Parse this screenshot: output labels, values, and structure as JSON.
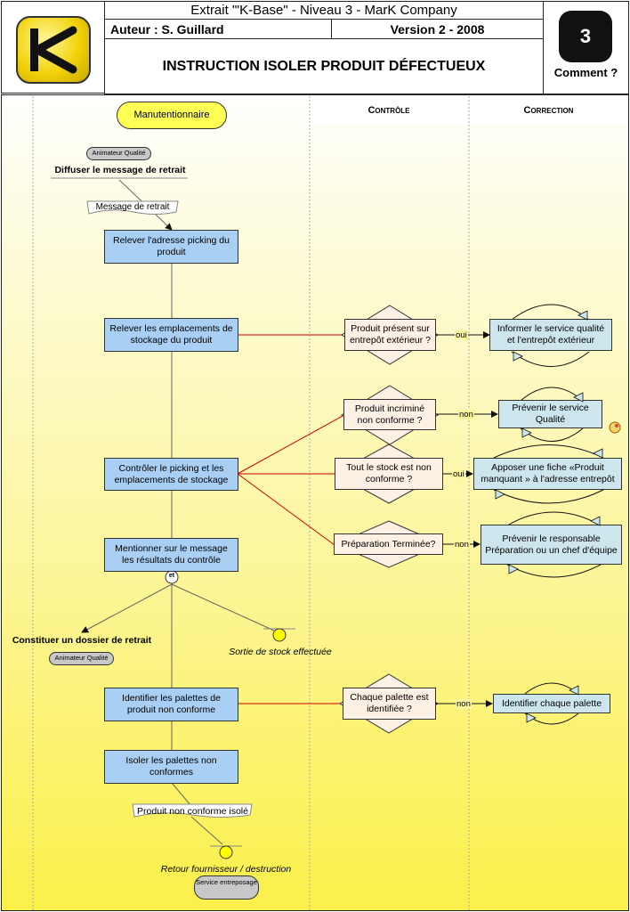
{
  "header": {
    "extract": "Extrait \"'K-Base\" - Niveau 3 - MarK Company",
    "author": "Auteur :  S. Guillard",
    "version": "Version 2 - 2008",
    "title": "INSTRUCTION ISOLER PRODUIT DÉFECTUEUX",
    "level": "3",
    "level_label": "Comment ?"
  },
  "lanes": {
    "actor": "Manutentionnaire",
    "control": "Contrôle",
    "correction": "Correction"
  },
  "flow": {
    "actor_start": "Animateur Qualité",
    "start_event": "Diffuser le message de retrait",
    "message": "Message  de retrait",
    "step1": "Relever l'adresse picking du produit",
    "step2": "Relever les emplacements de stockage du produit",
    "step3": "Contrôler le picking et les emplacements de stockage",
    "step4": "Mentionner sur le message les résultats du contrôle",
    "and_gate": "et",
    "branch_end": "Constituer un dossier de retrait",
    "branch_actor": "Animateur Qualité",
    "exit_event": "Sortie de stock effectuée",
    "step5": "Identifier les palettes de produit non conforme",
    "step6": "Isoler les palettes non conformes",
    "doc_end": "Produit non conforme isolé",
    "final_event": "Retour fournisseur / destruction",
    "final_actor": "Service entreposage"
  },
  "controls": {
    "c1": "Produit présent sur entrepôt extérieur ?",
    "c2": "Produit incriminé non conforme ?",
    "c3": "Tout le stock est non conforme ?",
    "c4": "Préparation Terminée?",
    "c5": "Chaque palette est identifiée ?"
  },
  "answers": {
    "a1": "oui",
    "a2": "non",
    "a3": "oui",
    "a4": "non",
    "a5": "non"
  },
  "corrections": {
    "r1": "Informer le service qualité et l'entrepôt extérieur",
    "r2": "Prévenir le service Qualité",
    "r3": "Apposer une fiche «Produit manquant » à l'adresse entrepôt",
    "r4": "Prévenir le responsable Préparation ou un chef d'équipe",
    "r5": "Identifier chaque palette"
  },
  "colors": {
    "step_fill": "#a9cff5",
    "correction_fill": "#cde6ee",
    "control_fill": "#fdf0e4",
    "link_red": "#d00000",
    "event_yellow": "#ffff00"
  },
  "icons": {
    "logo": "k-logo-icon",
    "phone": "phone-icon"
  }
}
